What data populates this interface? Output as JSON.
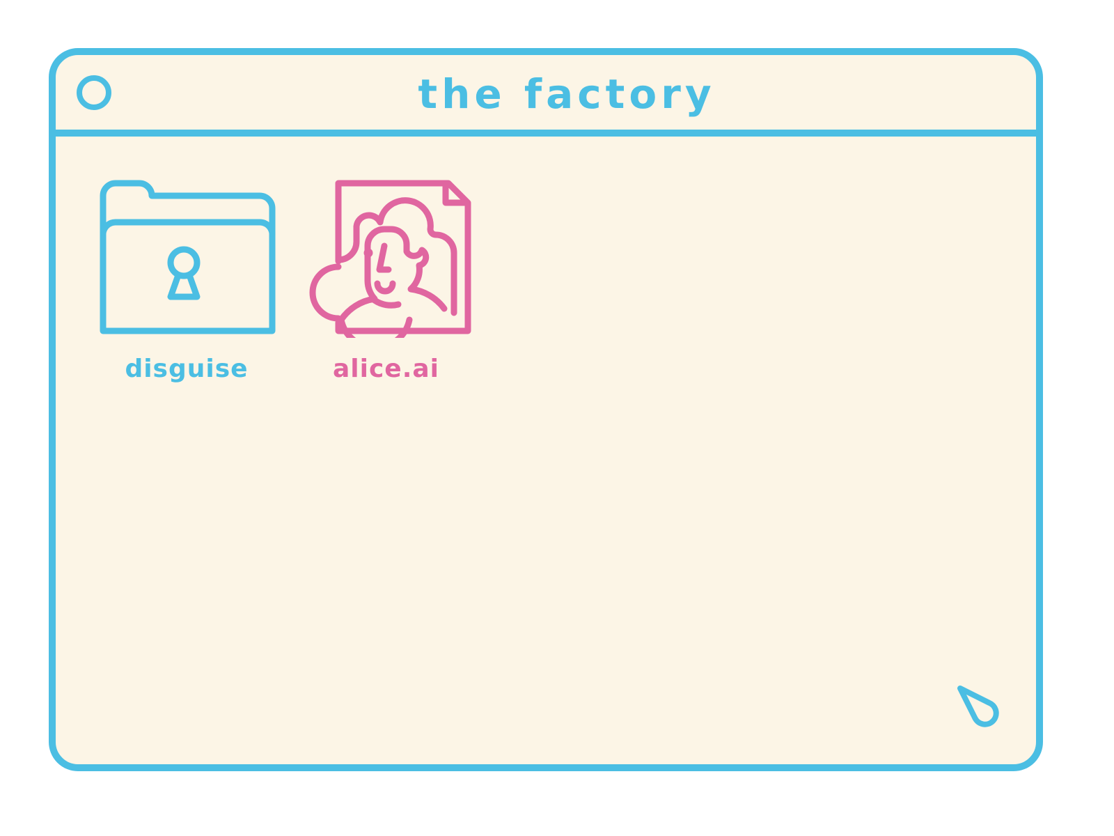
{
  "window": {
    "title": "the factory",
    "close_button": "close-circle-icon"
  },
  "colors": {
    "accent_blue": "#4bbee3",
    "accent_pink": "#e066a0",
    "background": "#fcf5e6"
  },
  "items": [
    {
      "label": "disguise",
      "icon": "locked-folder-icon",
      "color": "#4bbee3"
    },
    {
      "label": "alice.ai",
      "icon": "portrait-document-icon",
      "color": "#e066a0"
    }
  ],
  "cursor": {
    "icon": "pointer-cursor-icon"
  }
}
